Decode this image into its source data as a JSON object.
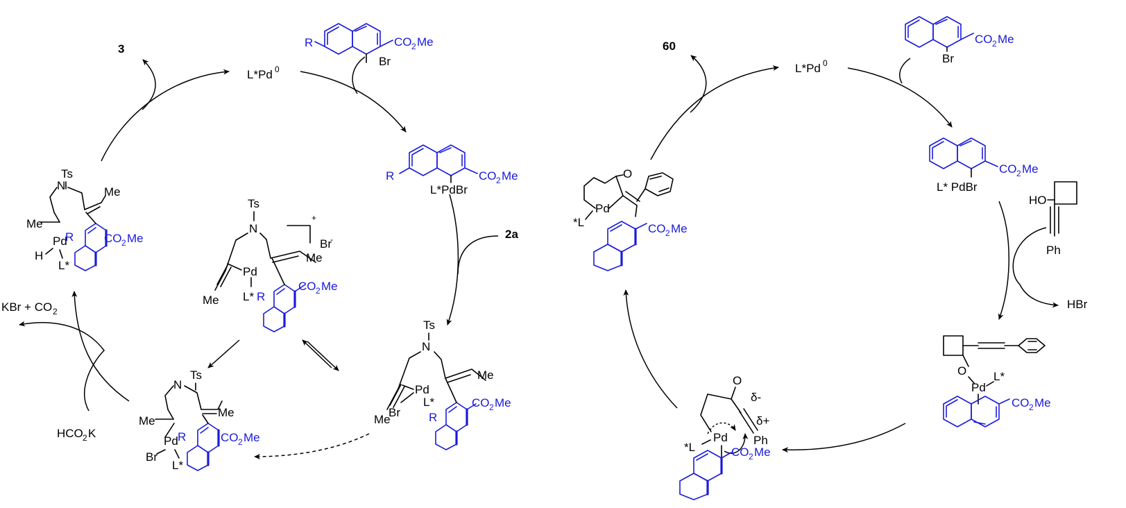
{
  "left_cycle": {
    "product": "3",
    "catalyst": "L*Pd",
    "catalyst_sup": "0",
    "reagent_substituent": "R",
    "reagent_ester": "CO",
    "reagent_ester_sub": "2",
    "reagent_ester_tail": "Me",
    "reagent_halide": "Br",
    "oxadd_ligand": "L*PdBr",
    "oxadd_R": "R",
    "oxadd_ester": "CO",
    "oxadd_ester_sub": "2",
    "oxadd_ester_tail": "Me",
    "substrate": "2a",
    "ts_label": "Ts",
    "n_label": "N",
    "me_label": "Me",
    "pd_label": "Pd",
    "br_label": "Br",
    "l_star": "L*",
    "r_label": "R",
    "h_label": "H",
    "cationic_charge": "+",
    "counterion": "Br",
    "counterion_charge": "-",
    "byproduct": "KBr + CO",
    "byproduct_sub": "2",
    "formate": "HCO",
    "formate_sub": "2",
    "formate_tail": "K",
    "ester": "CO",
    "ester_sub": "2",
    "ester_tail": "Me"
  },
  "right_cycle": {
    "product": "60",
    "catalyst": "L*Pd",
    "catalyst_sup": "0",
    "reagent_ester": "CO",
    "reagent_ester_sub": "2",
    "reagent_ester_tail": "Me",
    "reagent_halide": "Br",
    "oxadd_ligand": "L* PdBr",
    "alcohol_ho": "HO",
    "alcohol_ph": "Ph",
    "byproduct": "HBr",
    "o_label": "O",
    "pd_label": "Pd",
    "l_star": "L*",
    "star_l": "*L",
    "ketone_o": "O",
    "delta_minus": "δ-",
    "delta_plus": "δ+",
    "ph_label": "Ph",
    "ester": "CO",
    "ester_sub": "2",
    "ester_tail": "Me"
  }
}
